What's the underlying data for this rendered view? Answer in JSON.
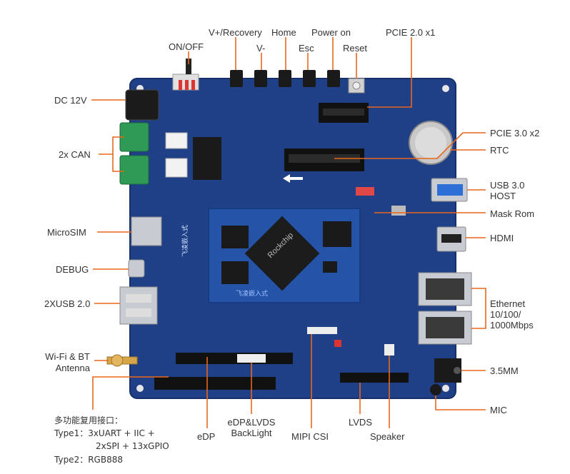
{
  "colors": {
    "board": "#1f3f86",
    "board_edge": "#16306a",
    "callout": "#e8671c",
    "label": "#333333",
    "som": "#2453a8",
    "connector_green": "#2e9a55",
    "usb3_blue": "#2c6fd6",
    "silver": "#c8ccd2"
  },
  "labels": {
    "on_off": "ON/OFF",
    "v_plus_recovery": "V+/Recovery",
    "v_minus": "V-",
    "home": "Home",
    "esc": "Esc",
    "power_on": "Power on",
    "reset": "Reset",
    "pcie2": "PCIE 2.0 x1",
    "dc12v": "DC 12V",
    "can": "2x CAN",
    "pcie3": "PCIE 3.0 x2",
    "rtc": "RTC",
    "usb3_line1": "USB 3.0",
    "usb3_line2": "HOST",
    "mask_rom": "Mask Rom",
    "microsim": "MicroSIM",
    "hdmi": "HDMI",
    "debug": "DEBUG",
    "usb2": "2XUSB 2.0",
    "ethernet_line1": "Ethernet",
    "ethernet_line2": "10/100/",
    "ethernet_line3": "1000Mbps",
    "wifi_line1": "Wi-Fi & BT",
    "wifi_line2": "Antenna",
    "mm35": "3.5MM",
    "mic": "MIC",
    "multi_title": "多功能复用接口：",
    "type1_a": "Type1：3xUART + IIC +",
    "type1_b": "2xSPI + 13xGPIO",
    "type2": "Type2：RGB888",
    "edp": "eDP",
    "edp_lvds_line1": "eDP&LVDS",
    "edp_lvds_line2": "BackLight",
    "mipi_csi": "MIPI CSI",
    "lvds": "LVDS",
    "speaker": "Speaker"
  },
  "board_text": {
    "som_brand": "Rockchip",
    "som_vendor": "飞凌嵌入式"
  }
}
